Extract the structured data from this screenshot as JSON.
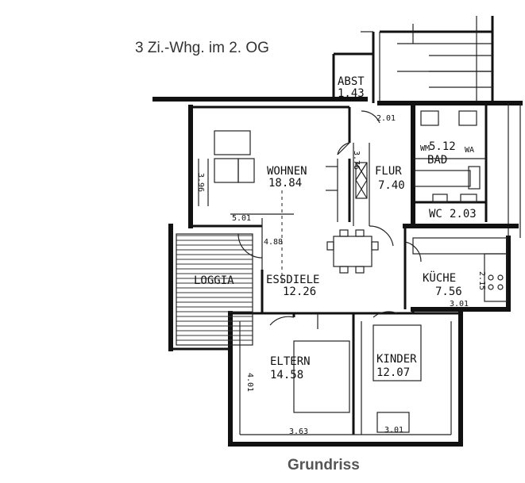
{
  "header": {
    "title": "3 Zi.-Whg. im 2. OG"
  },
  "caption": "Grundriss",
  "rooms": {
    "abst": {
      "name": "ABST",
      "area": "1.43"
    },
    "bad": {
      "name": "BAD",
      "area": "5.12"
    },
    "wohnen": {
      "name": "WOHNEN",
      "area": "18.84"
    },
    "flur": {
      "name": "FLUR",
      "area": "7.40"
    },
    "wc": {
      "name": "WC",
      "area": "2.03"
    },
    "loggia": {
      "name": "LOGGIA"
    },
    "essdiele": {
      "name": "ESSDIELE",
      "area": "12.26"
    },
    "kueche": {
      "name": "KÜCHE",
      "area": "7.56"
    },
    "eltern": {
      "name": "ELTERN",
      "area": "14.58"
    },
    "kinder": {
      "name": "KINDER",
      "area": "12.07"
    }
  },
  "dimensions": {
    "d1": "2.01",
    "d2": "3.76",
    "d3": "3.96",
    "d4": "5.01",
    "d5": "4.88",
    "d6": "2.15",
    "d7": "3.01",
    "d8": "4.01",
    "d9": "3.63",
    "d10": "3.01"
  },
  "fixtures": {
    "wm": "WM",
    "wa": "WA"
  }
}
